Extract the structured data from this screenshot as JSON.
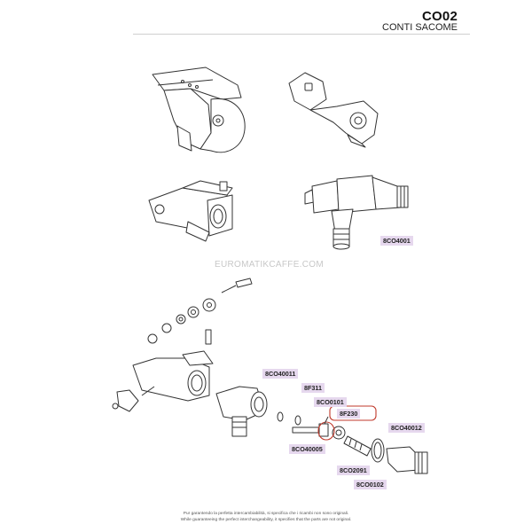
{
  "header": {
    "code": "CO02",
    "brand": "CONTI SACOME"
  },
  "watermark": "EUROMATIKCAFFE.COM",
  "labels": {
    "l1": "8CO4001",
    "l2": "8CO40011",
    "l3": "8F311",
    "l4": "8CO0101",
    "l5": "8F230",
    "l6": "8CO40012",
    "l7": "8CO40005",
    "l8": "8CO2091",
    "l9": "8CO0102"
  },
  "footer": {
    "line1": "Pur garantendo la perfetta intercambiabilità, si specifica che i ricambi non sono originali.",
    "line2": "While guaranteeing the perfect interchangeability, it specifies that the parts are not original."
  },
  "colors": {
    "label_bg": "#e6d8ee",
    "highlight": "#c0392b"
  }
}
